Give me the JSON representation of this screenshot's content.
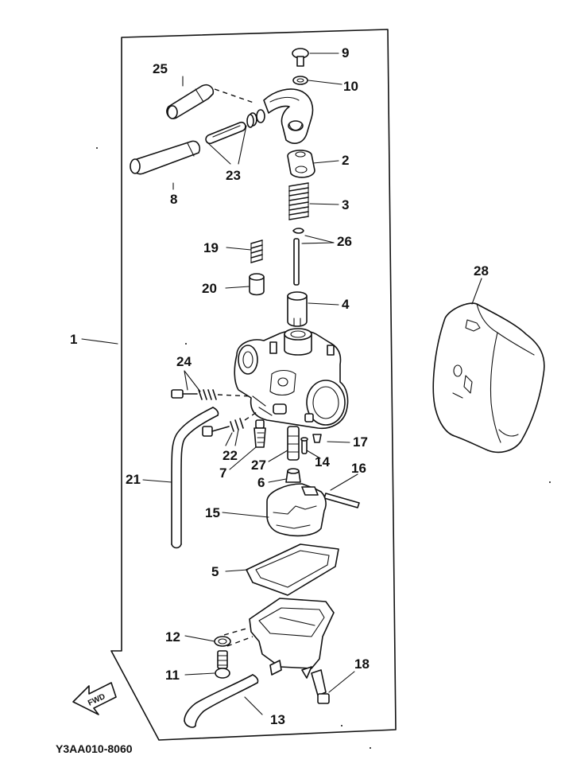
{
  "diagram": {
    "code": "Y3AA010-8060",
    "fwd": "FWD",
    "labels": {
      "l1": "1",
      "l2": "2",
      "l3": "3",
      "l4": "4",
      "l5": "5",
      "l6": "6",
      "l7": "7",
      "l8": "8",
      "l9": "9",
      "l10": "10",
      "l11": "11",
      "l12": "12",
      "l13": "13",
      "l14": "14",
      "l15": "15",
      "l16": "16",
      "l17": "17",
      "l18": "18",
      "l19": "19",
      "l20": "20",
      "l21": "21",
      "l22": "22",
      "l23": "23",
      "l24": "24",
      "l25": "25",
      "l26": "26",
      "l27": "27",
      "l28": "28"
    }
  }
}
